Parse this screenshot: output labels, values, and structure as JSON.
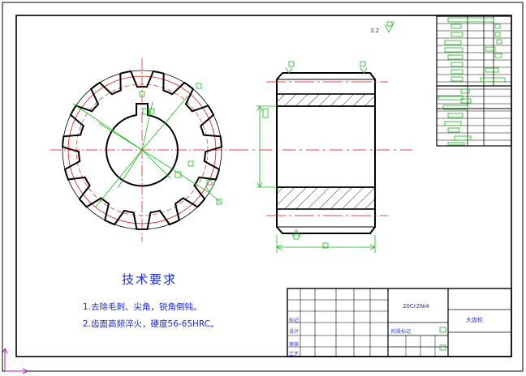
{
  "technical_requirements": {
    "title": "技术要求",
    "items": [
      "1.去除毛刺、尖角，锐角倒钝。",
      "2.齿面高频淬火，硬度56-65HRC。"
    ]
  },
  "title_block": {
    "material": "20Cr2Ni4",
    "part_name": "大齿轮",
    "row_labels": [
      "标记",
      "设计",
      "审核",
      "工艺"
    ],
    "scale_header": "阶段标记"
  },
  "surface_finish_note": "3.2",
  "colors": {
    "frame": "#000000",
    "outline": "#000000",
    "center_line": "#e01010",
    "dimension": "#18b818",
    "annotation": "#1a2bd6",
    "table_line": "#000000"
  }
}
